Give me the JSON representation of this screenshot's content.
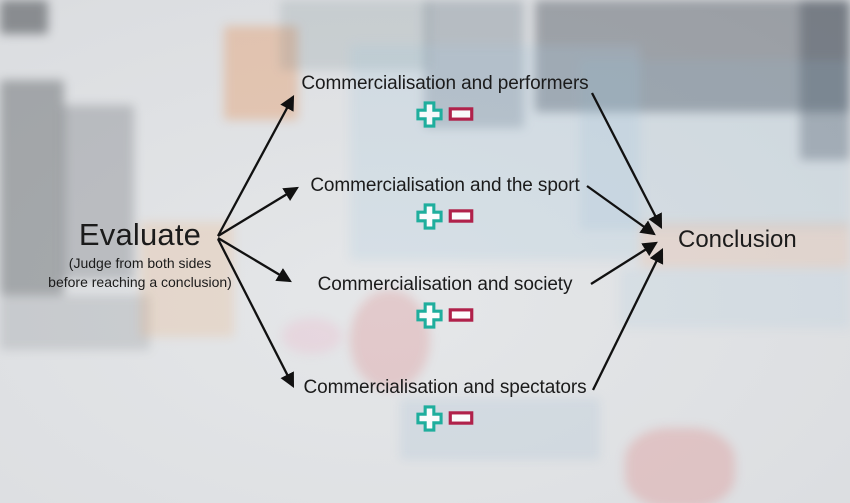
{
  "diagram": {
    "left": {
      "title": "Evaluate",
      "subtitle_line1": "(Judge from both sides",
      "subtitle_line2": "before reaching a conclusion)"
    },
    "branches": [
      {
        "label": "Commercialisation and performers",
        "pros_icon": "plus-icon",
        "cons_icon": "minus-icon"
      },
      {
        "label": "Commercialisation and the sport",
        "pros_icon": "plus-icon",
        "cons_icon": "minus-icon"
      },
      {
        "label": "Commercialisation and society",
        "pros_icon": "plus-icon",
        "cons_icon": "minus-icon"
      },
      {
        "label": "Commercialisation and spectators",
        "pros_icon": "plus-icon",
        "cons_icon": "minus-icon"
      }
    ],
    "conclusion": {
      "title": "Conclusion"
    },
    "colors": {
      "plus_teal": "#1fae9d",
      "minus_crimson": "#b0214a",
      "arrow": "#111111",
      "text": "#1b1b1b"
    }
  }
}
